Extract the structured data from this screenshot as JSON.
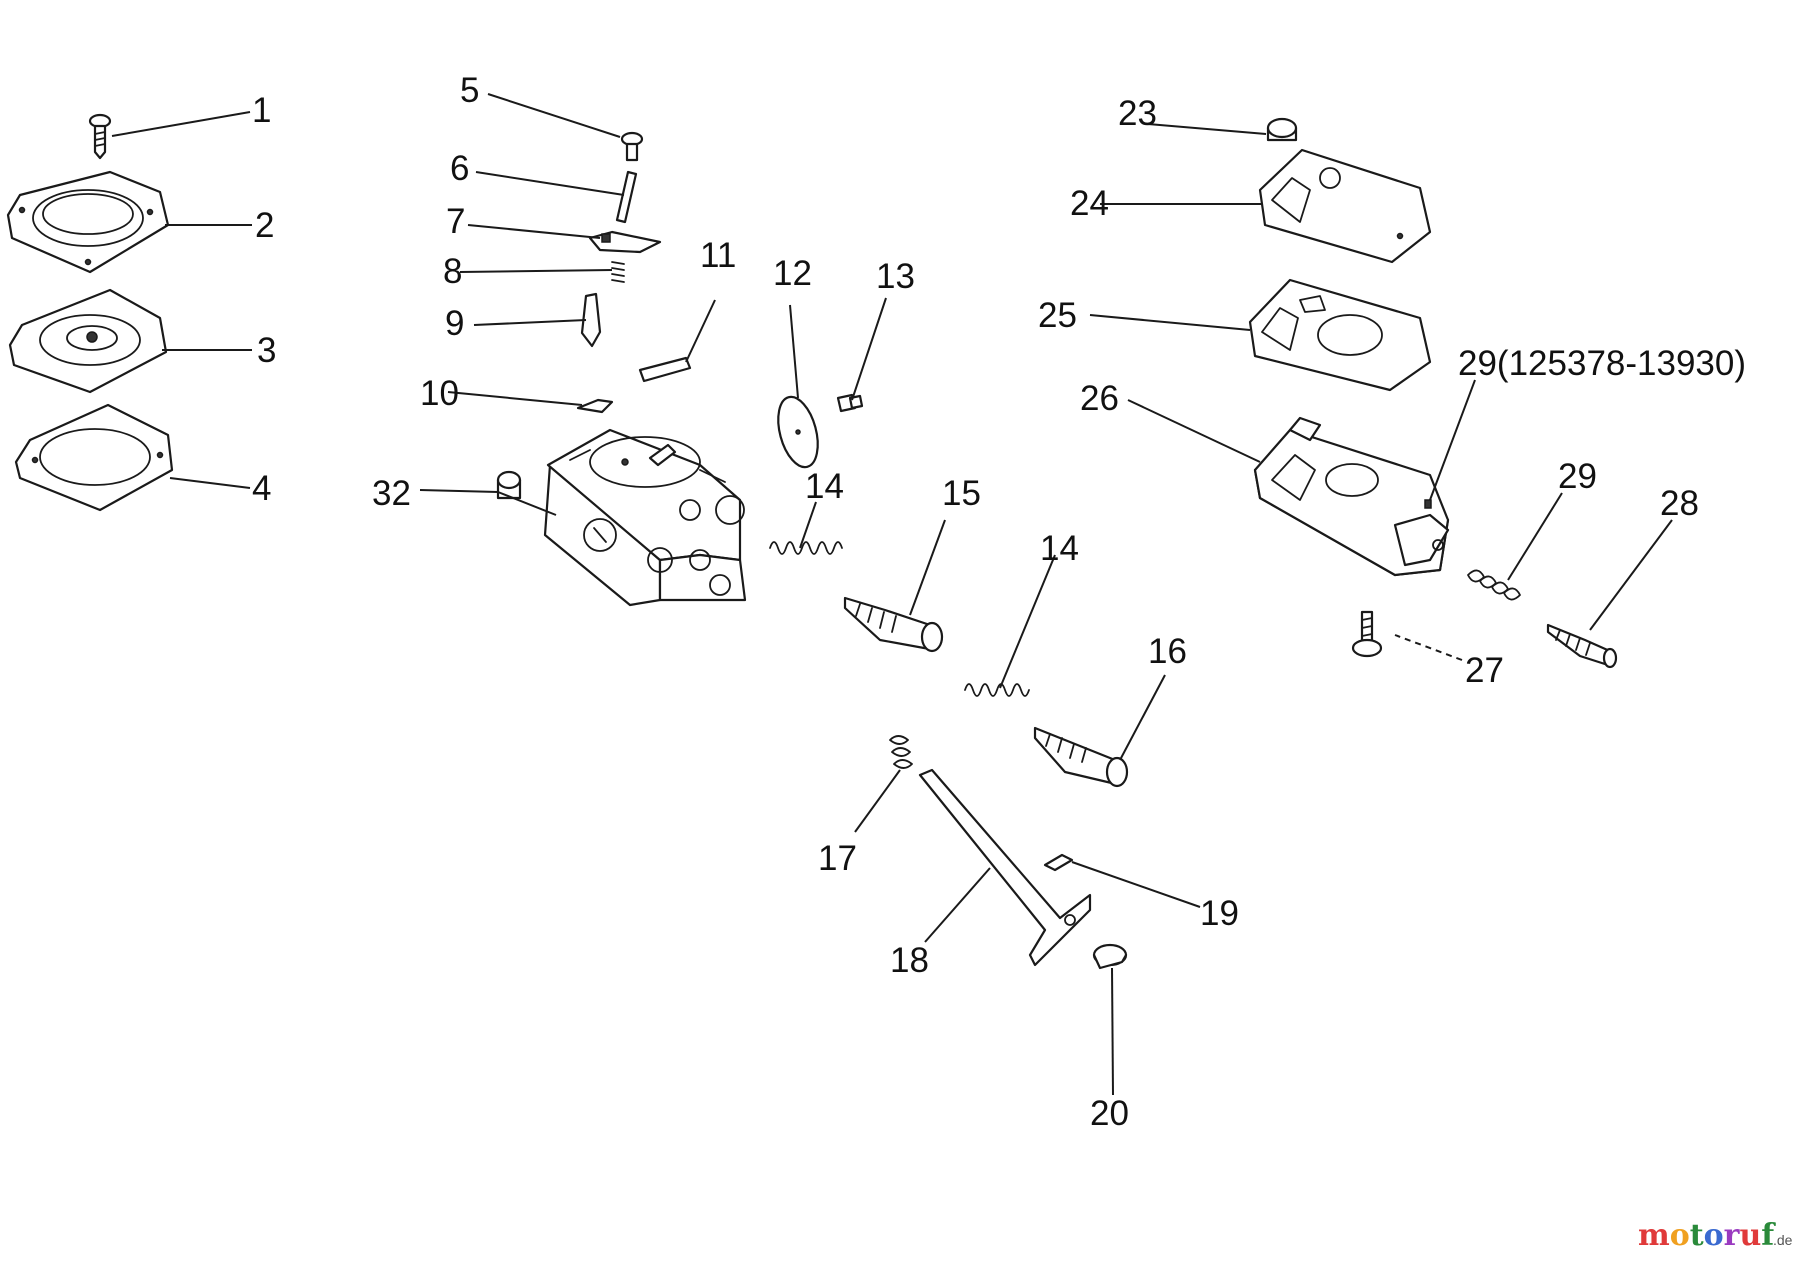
{
  "callouts": {
    "c1": "1",
    "c2": "2",
    "c3": "3",
    "c4": "4",
    "c5": "5",
    "c6": "6",
    "c7": "7",
    "c8": "8",
    "c9": "9",
    "c10": "10",
    "c11": "11",
    "c12": "12",
    "c13": "13",
    "c14a": "14",
    "c14b": "14",
    "c15": "15",
    "c16": "16",
    "c17": "17",
    "c18": "18",
    "c19": "19",
    "c20": "20",
    "c23": "23",
    "c24": "24",
    "c25": "25",
    "c26": "26",
    "c27": "27",
    "c28": "28",
    "c29a": "29(125378-13930)",
    "c29b": "29",
    "c32": "32"
  },
  "watermark": {
    "text": "motoruf",
    "suffix": ".de",
    "colors": [
      "#e03a3a",
      "#f0a020",
      "#2a8a3a",
      "#3a6ad0",
      "#9a3ac0",
      "#e03a3a",
      "#2a8a3a"
    ]
  }
}
